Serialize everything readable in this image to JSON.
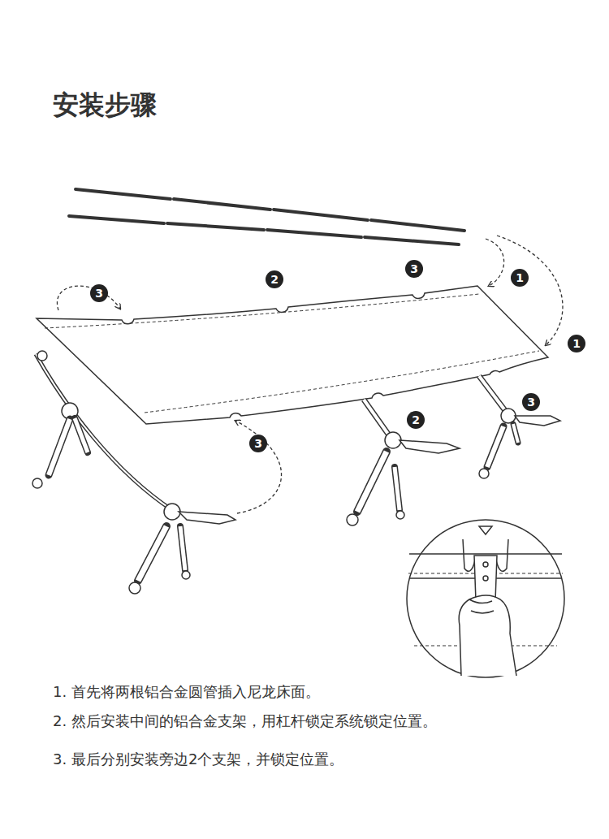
{
  "diagram": {
    "title": "安装步骤",
    "labels": [
      "3",
      "1",
      "2",
      "3",
      "1",
      "3",
      "2",
      "3",
      "1. 首先将两根铝合金圆管插入尼龙床面。",
      "2. 然后安装中间的铝合金支架，用杠杆锁定系统锁定位置。",
      "3. 最后分别安装旁边2个支架，并锁定位置。"
    ]
  }
}
